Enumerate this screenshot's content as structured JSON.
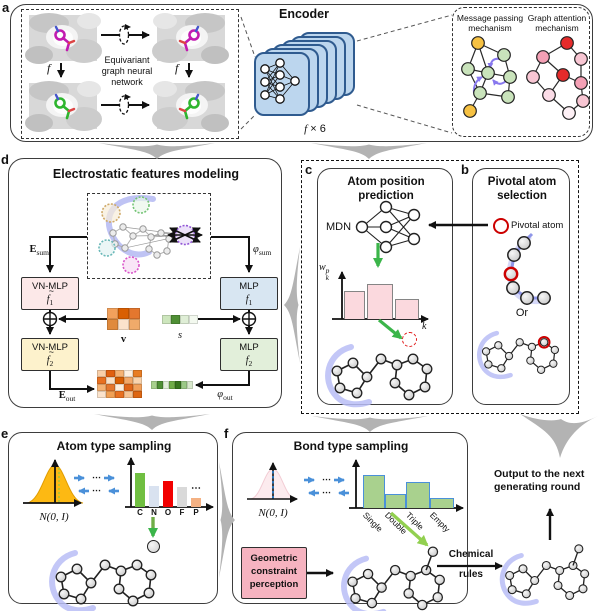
{
  "figure": {
    "panel_labels": {
      "a": "a",
      "b": "b",
      "c": "c",
      "d": "d",
      "e": "e",
      "f": "f"
    }
  },
  "colors": {
    "encoder_fill": "#bcd6ee",
    "encoder_stroke": "#2f5b8f",
    "funnel_gray": "#b3b3b3",
    "band_lavender": "#b9bdf6",
    "green_arrow": "#3bb54a",
    "light_green_arrow": "#92d050",
    "blue_arrow": "#4a90d9",
    "pivotal_red": "#cc0000"
  },
  "panel_a": {
    "encoder_title": "Encoder",
    "equivariant_label": "Equivariant graph neural network",
    "f_symbol": "f",
    "stack_caption_suffix": "× 6",
    "message_passing_label": "Message passing mechanism",
    "graph_attention_label": "Graph attention mechanism"
  },
  "panel_d": {
    "title": "Electrostatic features modeling",
    "tilde": "~",
    "vn_mlp_label": "VN-MLP",
    "mlp_label": "MLP",
    "f_symbol": "f",
    "sub_1": "1",
    "sub_2": "2",
    "e_sum": {
      "base": "E",
      "sub": "sum"
    },
    "phi_sum": {
      "base": "φ",
      "sub": "sum"
    },
    "e_out": {
      "base": "E",
      "sub": "out"
    },
    "phi_out": {
      "base": "φ",
      "sub": "out"
    },
    "v_label": "v",
    "s_label": "s",
    "v_cells": [
      [
        "#f2a15c",
        "#d95f02",
        "#e4772e"
      ],
      [
        "#e08a3c",
        "#fbe3cc",
        "#f0aa6a"
      ]
    ],
    "s_cells": [
      [
        "#cde6bd",
        "#4f8f35",
        "#dfeed6",
        "#f3f9ef"
      ]
    ],
    "e_out_cells": [
      [
        "#f9cfa8",
        "#e06010",
        "#f5b273",
        "#fdeede",
        "#e87d24"
      ],
      [
        "#e87020",
        "#fae0c5",
        "#d95f02",
        "#f2a868",
        "#f9d3ad"
      ],
      [
        "#f5b273",
        "#e4772e",
        "#fdeedd",
        "#e06618",
        "#f2a05a"
      ],
      [
        "#fbe3cc",
        "#f0a055",
        "#e87020",
        "#f7c493",
        "#dd6612"
      ]
    ],
    "phi_out_cells": [
      [
        "#a8d08d",
        "#4f8f35",
        "#e2efd9",
        "#70ad47",
        "#38761d",
        "#9bc986",
        "#d8e8cc"
      ]
    ]
  },
  "panel_c": {
    "title": "Atom position prediction",
    "mdn_label": "MDN",
    "y_axis": {
      "base": "w",
      "sup": "p",
      "sub": "k"
    },
    "x_axis": "k",
    "bar_fill": "#fbd9de",
    "bars": [
      {
        "h": 28,
        "w": 21
      },
      {
        "h": 35,
        "w": 26
      },
      {
        "h": 20,
        "w": 24
      }
    ]
  },
  "panel_b": {
    "title": "Pivotal atom selection",
    "legend_label": "Pivotal atom",
    "or_label": "Or"
  },
  "panel_e": {
    "title": "Atom type sampling",
    "gaussian_label": "N(0, I)",
    "dots": "⋯",
    "trailing_dots": "⋯",
    "bars": [
      {
        "label": "C",
        "h": 34,
        "color": "#70bf41"
      },
      {
        "label": "N",
        "h": 21,
        "color": "#d9e2f0"
      },
      {
        "label": "O",
        "h": 26,
        "color": "#f20000"
      },
      {
        "label": "F",
        "h": 20,
        "color": "#d9d9d9"
      },
      {
        "label": "P",
        "h": 9,
        "color": "#f4b183"
      }
    ]
  },
  "panel_f": {
    "title": "Bond type sampling",
    "gaussian_label": "N(0, I)",
    "dots": "⋯",
    "bar_fill": "#a9d18e",
    "bars": [
      {
        "label": "Single",
        "h": 33,
        "w": 22
      },
      {
        "label": "Double",
        "h": 14,
        "w": 21
      },
      {
        "label": "Triple",
        "h": 26,
        "w": 24
      },
      {
        "label": "Empty",
        "h": 10,
        "w": 24
      }
    ],
    "geo_box_label": "Geometric constraint perception",
    "chem_label_top": "Chemical",
    "chem_label_bottom": "rules"
  },
  "output": {
    "label": "Output to the next generating round"
  }
}
